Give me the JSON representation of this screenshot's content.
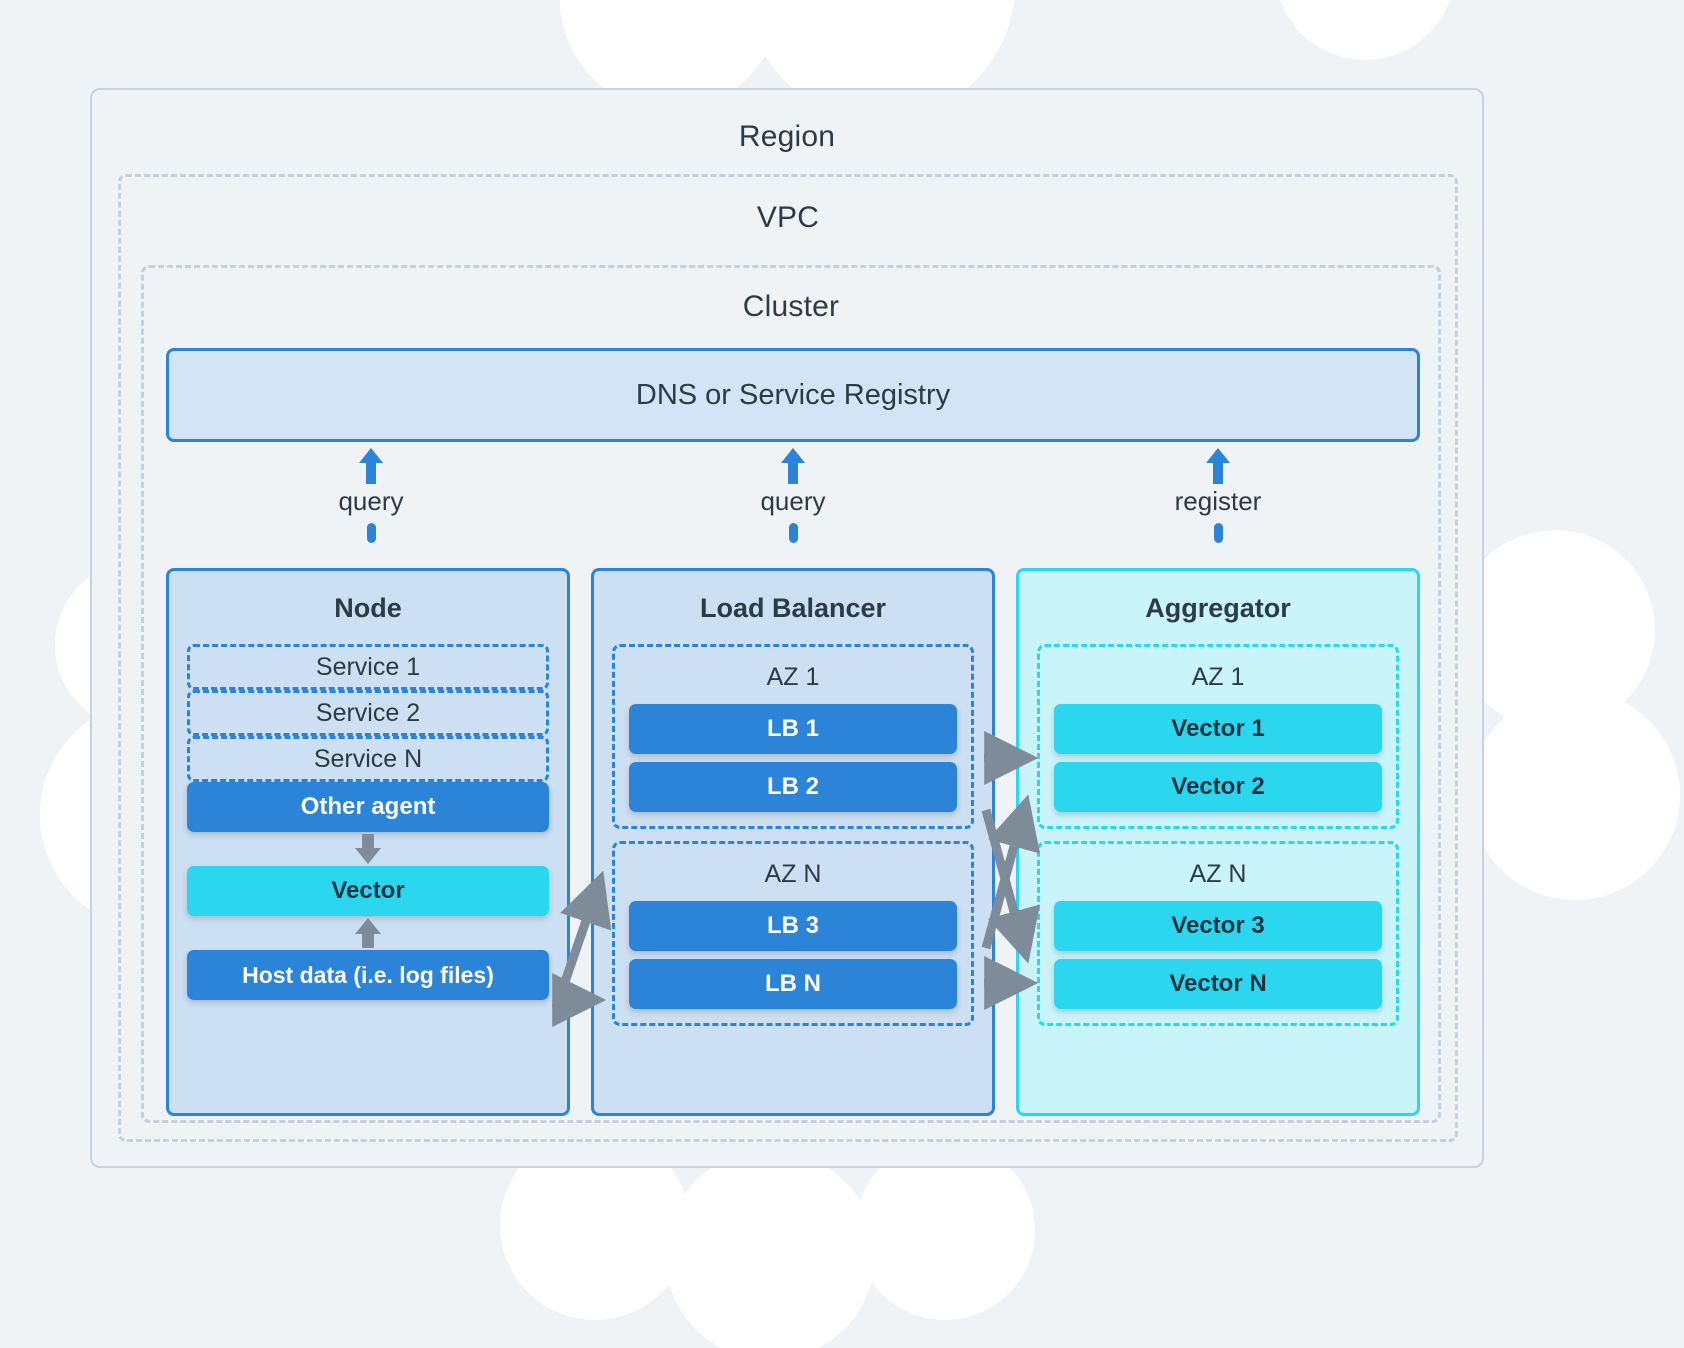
{
  "frames": {
    "region": "Region",
    "vpc": "VPC",
    "cluster": "Cluster"
  },
  "registry": {
    "banner_label": "DNS or Service Registry",
    "arrows": [
      {
        "label": "query",
        "icon": "arrow-up-icon"
      },
      {
        "label": "query",
        "icon": "arrow-up-icon"
      },
      {
        "label": "register",
        "icon": "arrow-up-icon"
      }
    ]
  },
  "columns": {
    "node": {
      "title": "Node",
      "services": [
        "Service 1",
        "Service 2",
        "Service N"
      ],
      "other_agent": "Other agent",
      "vector": "Vector",
      "host_data": "Host data (i.e. log files)"
    },
    "load_balancer": {
      "title": "Load Balancer",
      "zones": [
        {
          "label": "AZ 1",
          "items": [
            "LB 1",
            "LB 2"
          ]
        },
        {
          "label": "AZ N",
          "items": [
            "LB 3",
            "LB N"
          ]
        }
      ]
    },
    "aggregator": {
      "title": "Aggregator",
      "zones": [
        {
          "label": "AZ 1",
          "items": [
            "Vector 1",
            "Vector 2"
          ]
        },
        {
          "label": "AZ N",
          "items": [
            "Vector 3",
            "Vector N"
          ]
        }
      ]
    }
  },
  "colors": {
    "page_background": "#eff3f6",
    "frame_border": "#c8d2dc",
    "dashed_frame": "#c5d0db",
    "blue_accent": "#2b84d8",
    "blue_fill": "#ccdff3",
    "banner_fill": "#d3e4f7",
    "cyan_accent": "#2ad7ee",
    "cyan_fill": "#c9f4fa",
    "arrow_grey": "#7e8c99",
    "text_dark": "#2d3b47",
    "cloud_white": "#ffffff"
  }
}
